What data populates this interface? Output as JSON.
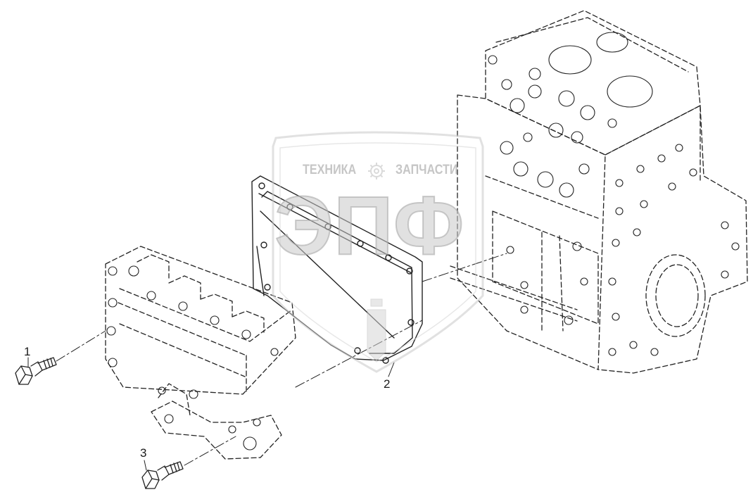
{
  "diagram": {
    "callouts": [
      {
        "id": "1",
        "label": "1"
      },
      {
        "id": "2",
        "label": "2"
      },
      {
        "id": "3",
        "label": "3"
      }
    ]
  },
  "watermark": {
    "word_left": "ТЕХНИКА",
    "word_right": "ЗАПЧАСТИ",
    "monogram": "ЭПФ",
    "color": "#c9c9c9"
  },
  "colors": {
    "line": "#222222",
    "watermark": "#cfcfcf"
  }
}
